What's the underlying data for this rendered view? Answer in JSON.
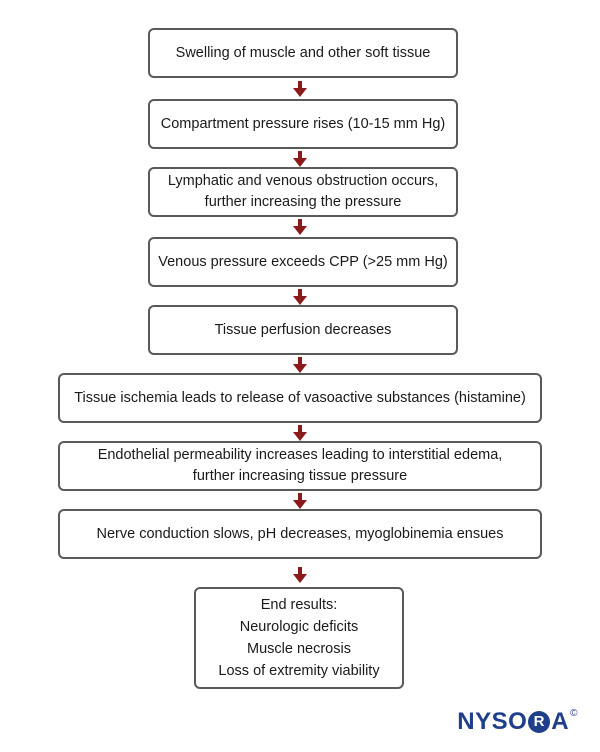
{
  "flowchart": {
    "steps": [
      {
        "lines": [
          "Swelling of muscle and other soft tissue"
        ]
      },
      {
        "lines": [
          "Compartment pressure rises (10-15 mm Hg)"
        ]
      },
      {
        "lines": [
          "Lymphatic and venous obstruction occurs,",
          "further increasing the pressure"
        ]
      },
      {
        "lines": [
          "Venous pressure exceeds CPP (>25 mm Hg)"
        ]
      },
      {
        "lines": [
          "Tissue perfusion decreases"
        ]
      },
      {
        "lines": [
          "Tissue ischemia leads to release of vasoactive substances (histamine)"
        ]
      },
      {
        "lines": [
          "Endothelial permeability increases leading to interstitial edema,",
          "further increasing tissue pressure"
        ]
      },
      {
        "lines": [
          "Nerve conduction slows, pH decreases, myoglobinemia ensues"
        ]
      },
      {
        "lines": [
          "End results:",
          "Neurologic deficits",
          "Muscle necrosis",
          "Loss of extremity viability"
        ]
      }
    ],
    "arrow_color": "#8b1a1a",
    "border_color": "#5a5a5a"
  },
  "logo": {
    "text_before": "NYSO",
    "circle_letter": "R",
    "text_after": "A",
    "mark": "©"
  }
}
